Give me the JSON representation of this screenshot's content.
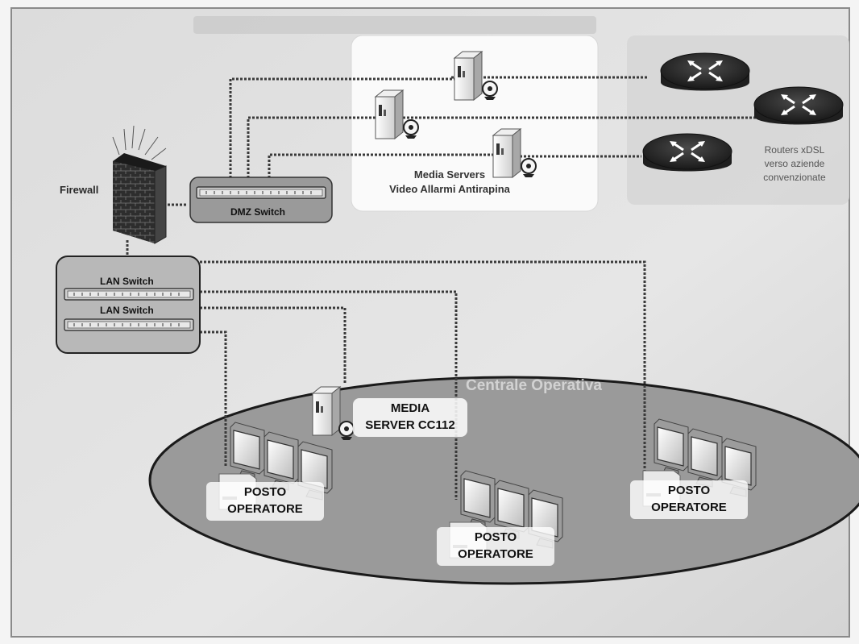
{
  "labels": {
    "firewall": "Firewall",
    "dmz_switch": "DMZ Switch",
    "lan_switch_1": "LAN Switch",
    "lan_switch_2": "LAN Switch",
    "media_servers_line1": "Media Servers",
    "media_servers_line2": "Video Allarmi Antirapina",
    "routers_line1": "Routers xDSL",
    "routers_line2": "verso aziende",
    "routers_line3": "convenzionate",
    "centrale_operativa": "Centrale Operativa",
    "media_server_cc112_line1": "MEDIA",
    "media_server_cc112_line2": "SERVER CC112",
    "posto_operatore_left_line1": "POSTO",
    "posto_operatore_left_line2": "OPERATORE",
    "posto_operatore_center_line1": "POSTO",
    "posto_operatore_center_line2": "OPERATORE",
    "posto_operatore_right_line1": "POSTO",
    "posto_operatore_right_line2": "OPERATORE"
  },
  "colors": {
    "background": "#f4f4f4",
    "frame": "#8a8a8a",
    "ellipse_fill": "#9a9a9a",
    "ellipse_stroke": "#1a1a1a",
    "link": "#3a3a3a",
    "router_body": "#2c2c2c",
    "switch_fill": "#d9d9d9",
    "firewall_brick": "#2d2d2d"
  },
  "icons": [
    "firewall-icon",
    "switch-icon",
    "server-icon",
    "camera-icon",
    "router-icon",
    "monitor-icon",
    "workstation-icon"
  ]
}
